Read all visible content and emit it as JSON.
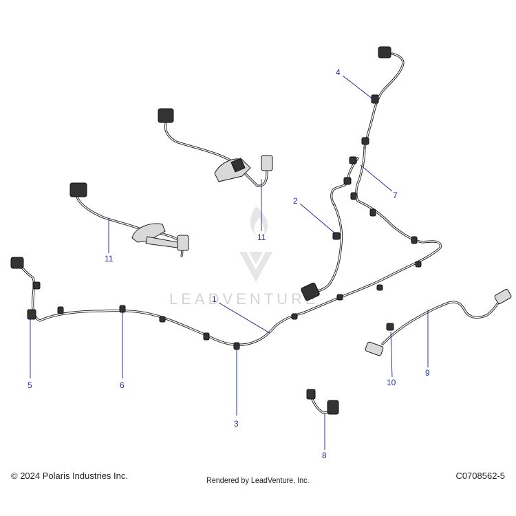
{
  "watermark": {
    "text": "LEADVENTURE"
  },
  "callouts": [
    {
      "id": "c1",
      "label": "1"
    },
    {
      "id": "c2",
      "label": "2"
    },
    {
      "id": "c3",
      "label": "3"
    },
    {
      "id": "c4",
      "label": "4"
    },
    {
      "id": "c5",
      "label": "5"
    },
    {
      "id": "c6",
      "label": "6"
    },
    {
      "id": "c7",
      "label": "7"
    },
    {
      "id": "c8",
      "label": "8"
    },
    {
      "id": "c9",
      "label": "9"
    },
    {
      "id": "c10",
      "label": "10"
    },
    {
      "id": "c11a",
      "label": "11"
    },
    {
      "id": "c11b",
      "label": "11"
    }
  ],
  "footer": {
    "copyright": "© 2024 Polaris Industries Inc.",
    "rendered_by": "Rendered by LeadVenture, Inc.",
    "diagram_code": "C0708562-5"
  },
  "colors": {
    "callout": "#1f2aa8",
    "wire": "#1a1a1a",
    "watermark": "#d4d4d4"
  }
}
